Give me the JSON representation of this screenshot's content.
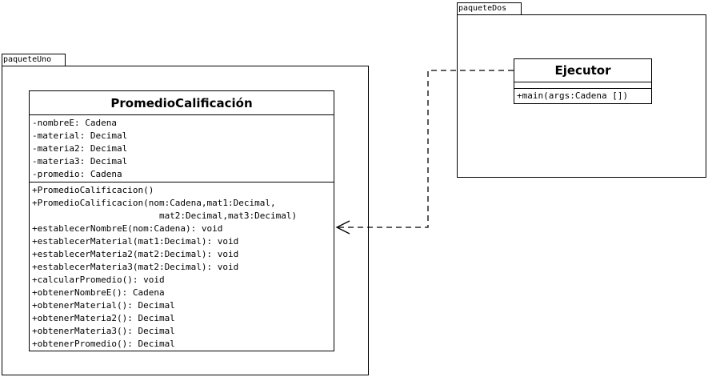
{
  "packages": {
    "uno": {
      "name": "paqueteUno"
    },
    "dos": {
      "name": "paqueteDos"
    }
  },
  "classes": {
    "promedio": {
      "name": "PromedioCalificación",
      "attributes": [
        "-nombreE: Cadena",
        "-material: Decimal",
        "-materia2: Decimal",
        "-materia3: Decimal",
        "-promedio: Cadena"
      ],
      "operations": [
        "+PromedioCalificacion()",
        "+PromedioCalificacion(nom:Cadena,mat1:Decimal,",
        "                        mat2:Decimal,mat3:Decimal)",
        "+establecerNombreE(nom:Cadena): void",
        "+establecerMaterial(mat1:Decimal): void",
        "+establecerMateria2(mat2:Decimal): void",
        "+establecerMateria3(mat2:Decimal): void",
        "+calcularPromedio(): void",
        "+obtenerNombreE(): Cadena",
        "+obtenerMaterial(): Decimal",
        "+obtenerMateria2(): Decimal",
        "+obtenerMateria3(): Decimal",
        "+obtenerPromedio(): Decimal"
      ]
    },
    "ejecutor": {
      "name": "Ejecutor",
      "attributes": [],
      "operations": [
        "+main(args:Cadena [])"
      ]
    }
  },
  "relationships": [
    {
      "type": "dependency",
      "from": "Ejecutor",
      "to": "PromedioCalificación",
      "line_style": "dashed",
      "arrow": "open"
    }
  ]
}
